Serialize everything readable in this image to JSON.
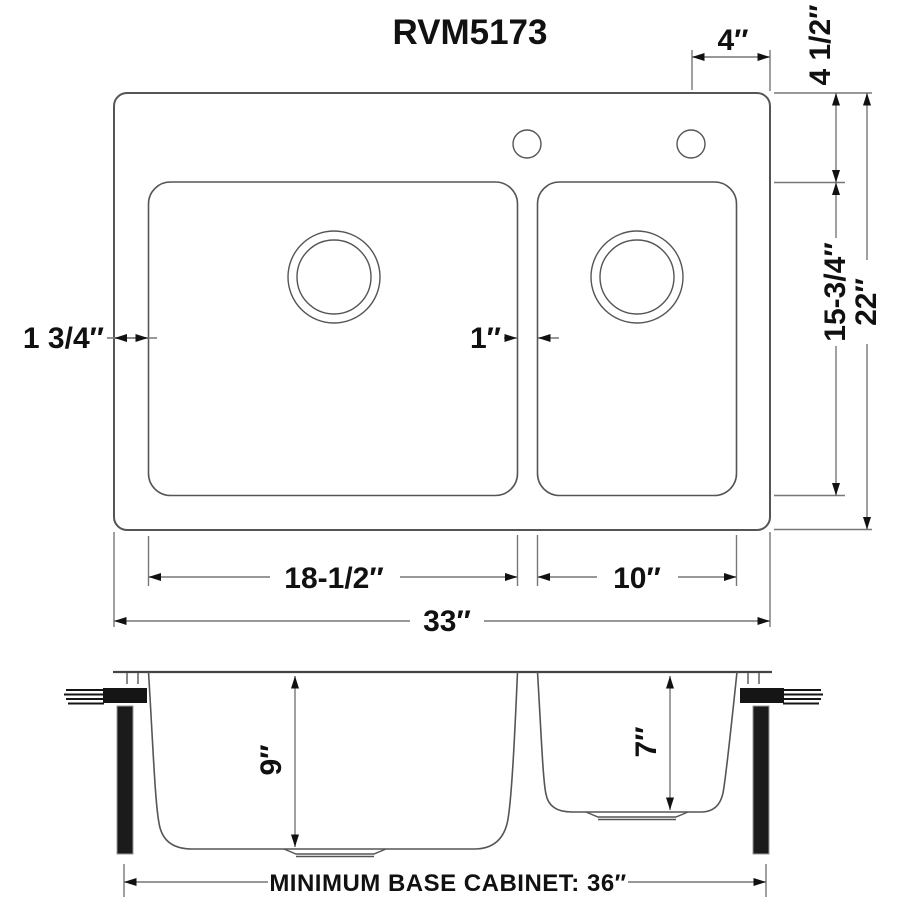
{
  "drawing": {
    "title": "RVM5173",
    "top_view": {
      "faucet_to_edge": "4″",
      "deck_to_bowl": "4 1/2″",
      "bowl_front_to_back": "15-3/4″",
      "overall_front_to_back": "22″",
      "edge_to_bowl": "1 3/4″",
      "divider_width": "1″",
      "left_bowl_width": "18-1/2″",
      "right_bowl_width": "10″",
      "overall_width": "33″"
    },
    "section_view": {
      "left_bowl_depth": "9″",
      "right_bowl_depth": "7″",
      "cabinet_note": "MINIMUM BASE CABINET: 36″"
    }
  }
}
